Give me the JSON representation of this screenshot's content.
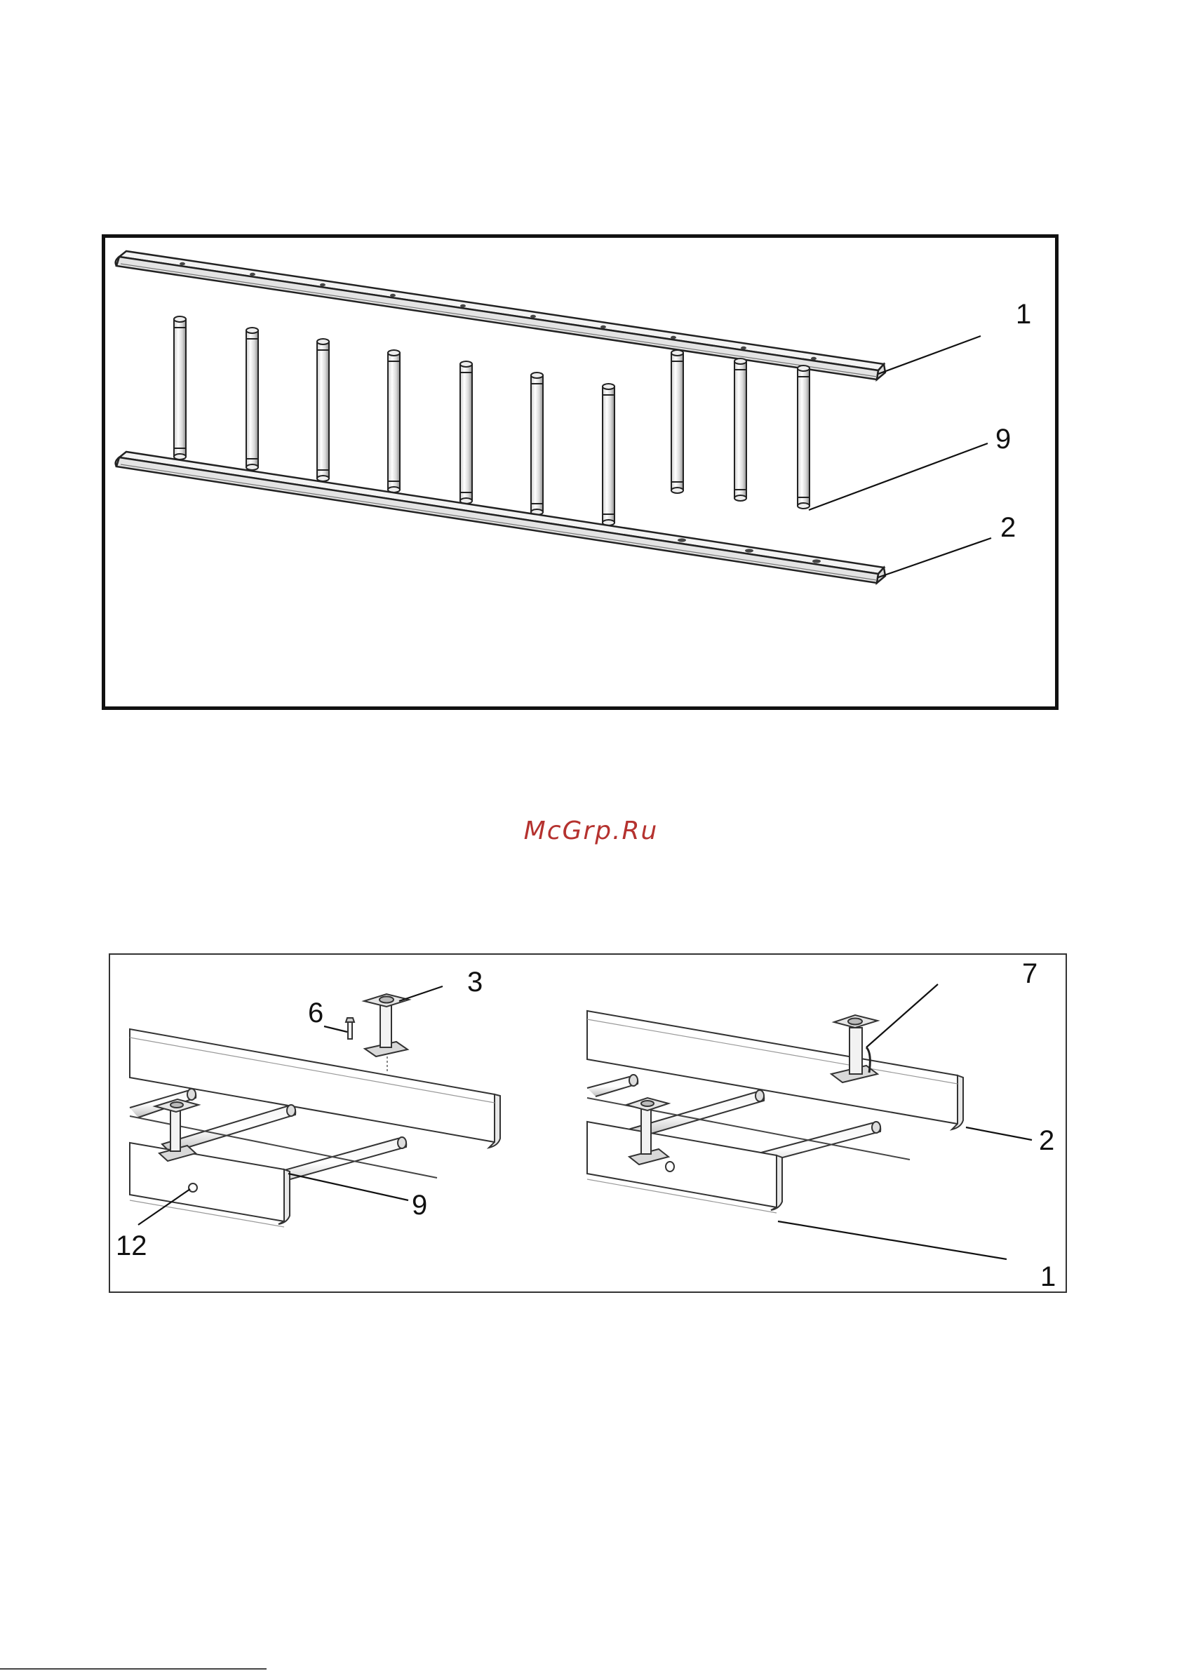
{
  "figure_top": {
    "callouts": {
      "top_rail": "1",
      "baluster": "9",
      "bottom_rail": "2"
    }
  },
  "watermark": {
    "text": "McGrp.Ru"
  },
  "figure_bottom": {
    "callouts": {
      "bracket": "3",
      "pin": "6",
      "baluster": "9",
      "hole": "12",
      "clip": "7",
      "bottom_rail": "2",
      "top_rail": "1"
    }
  }
}
